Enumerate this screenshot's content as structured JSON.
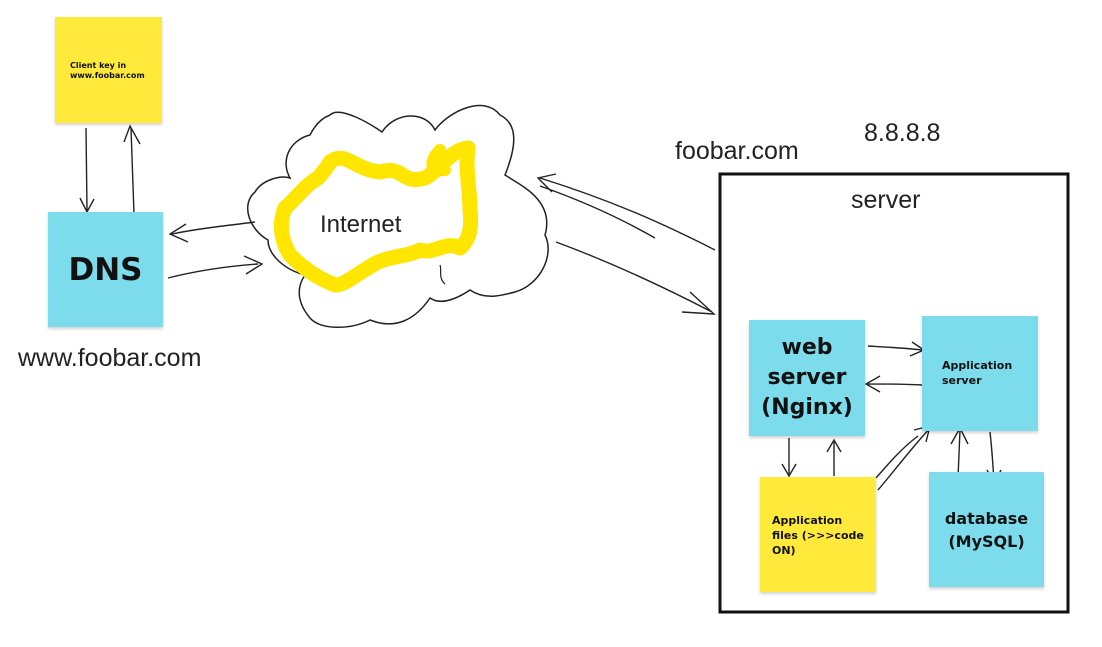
{
  "client_key": {
    "label": "Client key in www.foobar.com"
  },
  "dns": {
    "label": "DNS",
    "domain": "www.foobar.com"
  },
  "internet": {
    "label": "Internet"
  },
  "server_domain": "foobar.com",
  "server_ip": "8.8.8.8",
  "server_box": {
    "title": "server",
    "web_server": "web server (Nginx)",
    "app_server": "Application server",
    "app_files": "Application files (>>>code ON)",
    "database": "database (MySQL)"
  },
  "colors": {
    "sticky_yellow": "#ffe93b",
    "sticky_cyan": "#7ddcec",
    "highlight": "#ffe600",
    "ink": "#222222"
  }
}
